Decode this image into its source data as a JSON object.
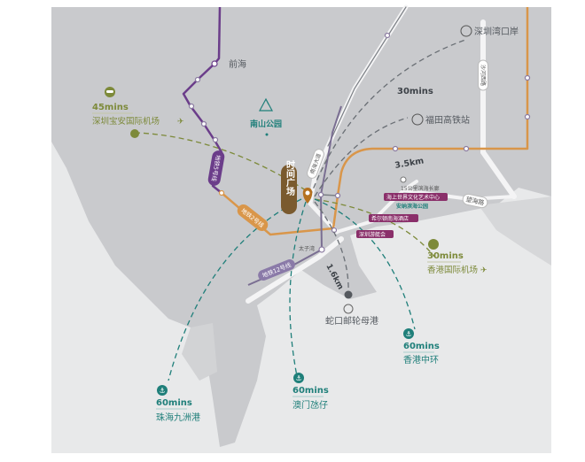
{
  "colors": {
    "land": "#c9cacd",
    "sea": "#e8e9ea",
    "line2": "#d9964a",
    "line5": "#6b3d8a",
    "line12": "#7a6e92",
    "olive": "#7d8a3a",
    "teal": "#1f7f7a",
    "magenta": "#8a2f6a",
    "brown": "#7a5a2e"
  },
  "metro": {
    "line5": "地铁5号线",
    "line2": "地铁2号线",
    "line12": "地铁12号线",
    "qianhai": "前海",
    "taiziwan": "太子湾"
  },
  "roads": {
    "nanhai": "南海大道",
    "shahe": "沙河西路",
    "wanghai": "望海路"
  },
  "center": {
    "label": "时间广场"
  },
  "park": {
    "label": "南山公园"
  },
  "baoan": {
    "time": "45mins",
    "label": "深圳宝安国际机场"
  },
  "shenzhenbay": {
    "label": "深圳湾口岸",
    "time": "30mins"
  },
  "futian": {
    "label": "福田高铁站"
  },
  "distances": {
    "d1": "3.5km",
    "d2": "1.6km"
  },
  "poi": {
    "promenade": "15公里滨海长廊",
    "items": [
      "海上世界文化艺术中心",
      "希尔顿南海酒店",
      "深圳游艇会"
    ],
    "park2": "安纳滨海公园"
  },
  "hkairport": {
    "time": "30mins",
    "label": "香港国际机场"
  },
  "shekou": {
    "label": "蛇口邮轮母港"
  },
  "ferries": [
    {
      "time": "60mins",
      "label": "香港中环"
    },
    {
      "time": "60mins",
      "label": "澳门氹仔"
    },
    {
      "time": "60mins",
      "label": "珠海九洲港"
    }
  ]
}
